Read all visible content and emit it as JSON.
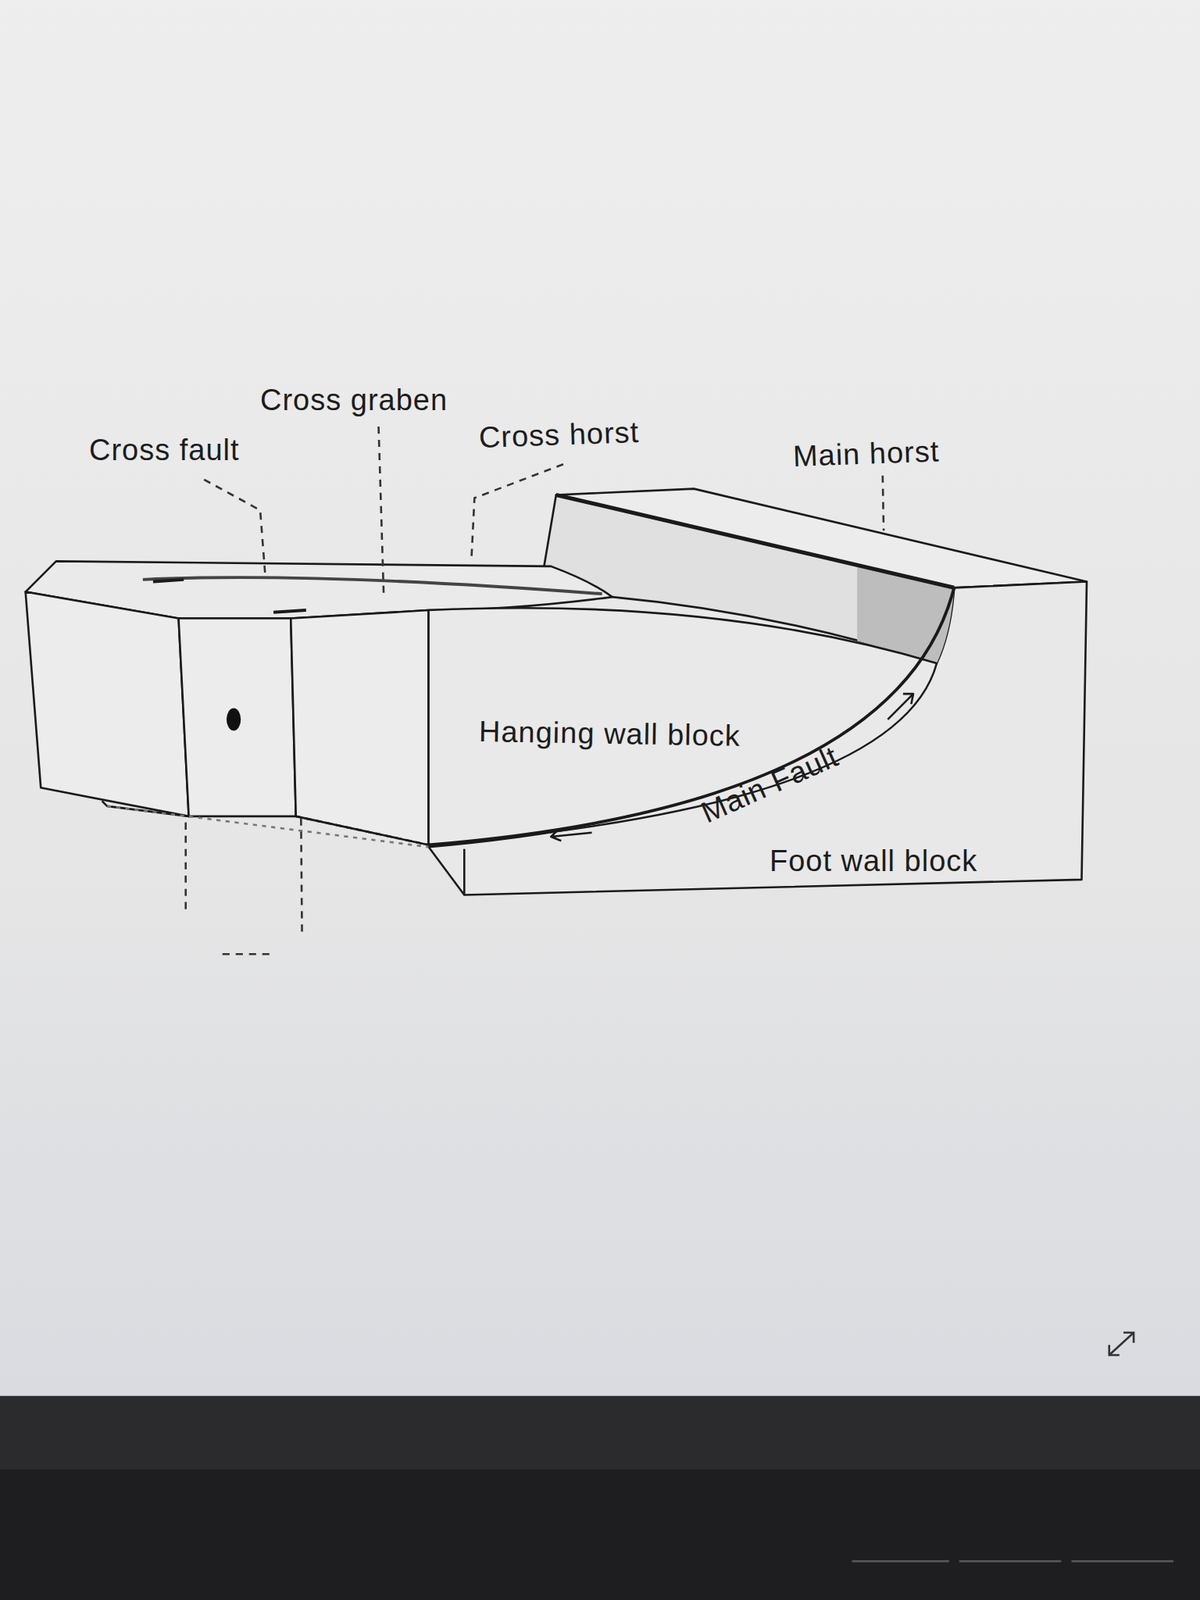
{
  "diagram": {
    "labels": [
      "Cross graben",
      "Cross fault",
      "Cross horst",
      "Main horst",
      "Hanging wall block",
      "Main Fault",
      "Foot wall block"
    ]
  }
}
